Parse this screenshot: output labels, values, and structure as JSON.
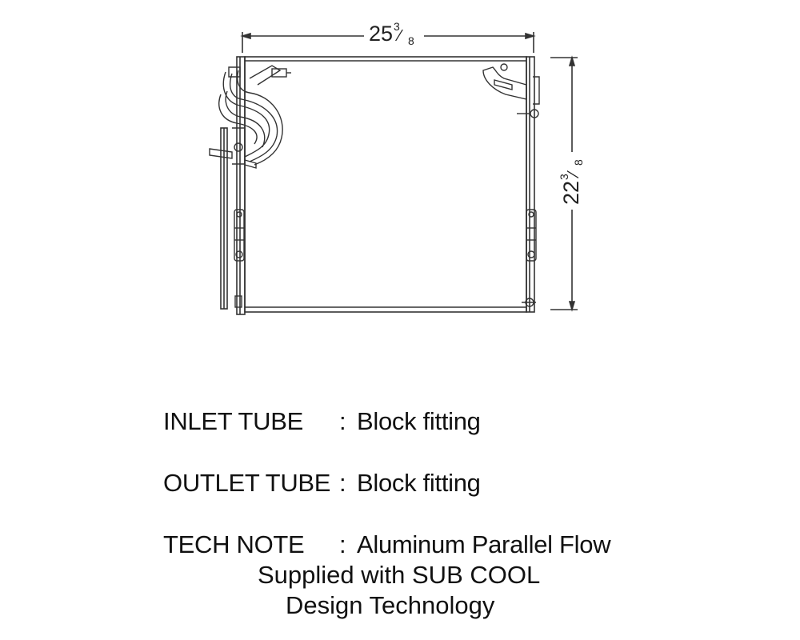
{
  "dimensions": {
    "width": {
      "whole": "25",
      "num": "3",
      "den": "8"
    },
    "height": {
      "whole": "22",
      "num": "3",
      "den": "8"
    }
  },
  "specs": [
    {
      "label": "INLET TUBE",
      "colon": ":",
      "value": "Block fitting"
    },
    {
      "label": "OUTLET TUBE",
      "colon": ":",
      "value": "Block fitting"
    },
    {
      "label": "TECH NOTE",
      "colon": ":",
      "value": "Aluminum Parallel Flow"
    }
  ],
  "tech_note_continuation": [
    "Supplied with SUB COOL",
    "Design Technology"
  ],
  "colors": {
    "line": "#333333",
    "text": "#111111",
    "background": "#ffffff"
  }
}
